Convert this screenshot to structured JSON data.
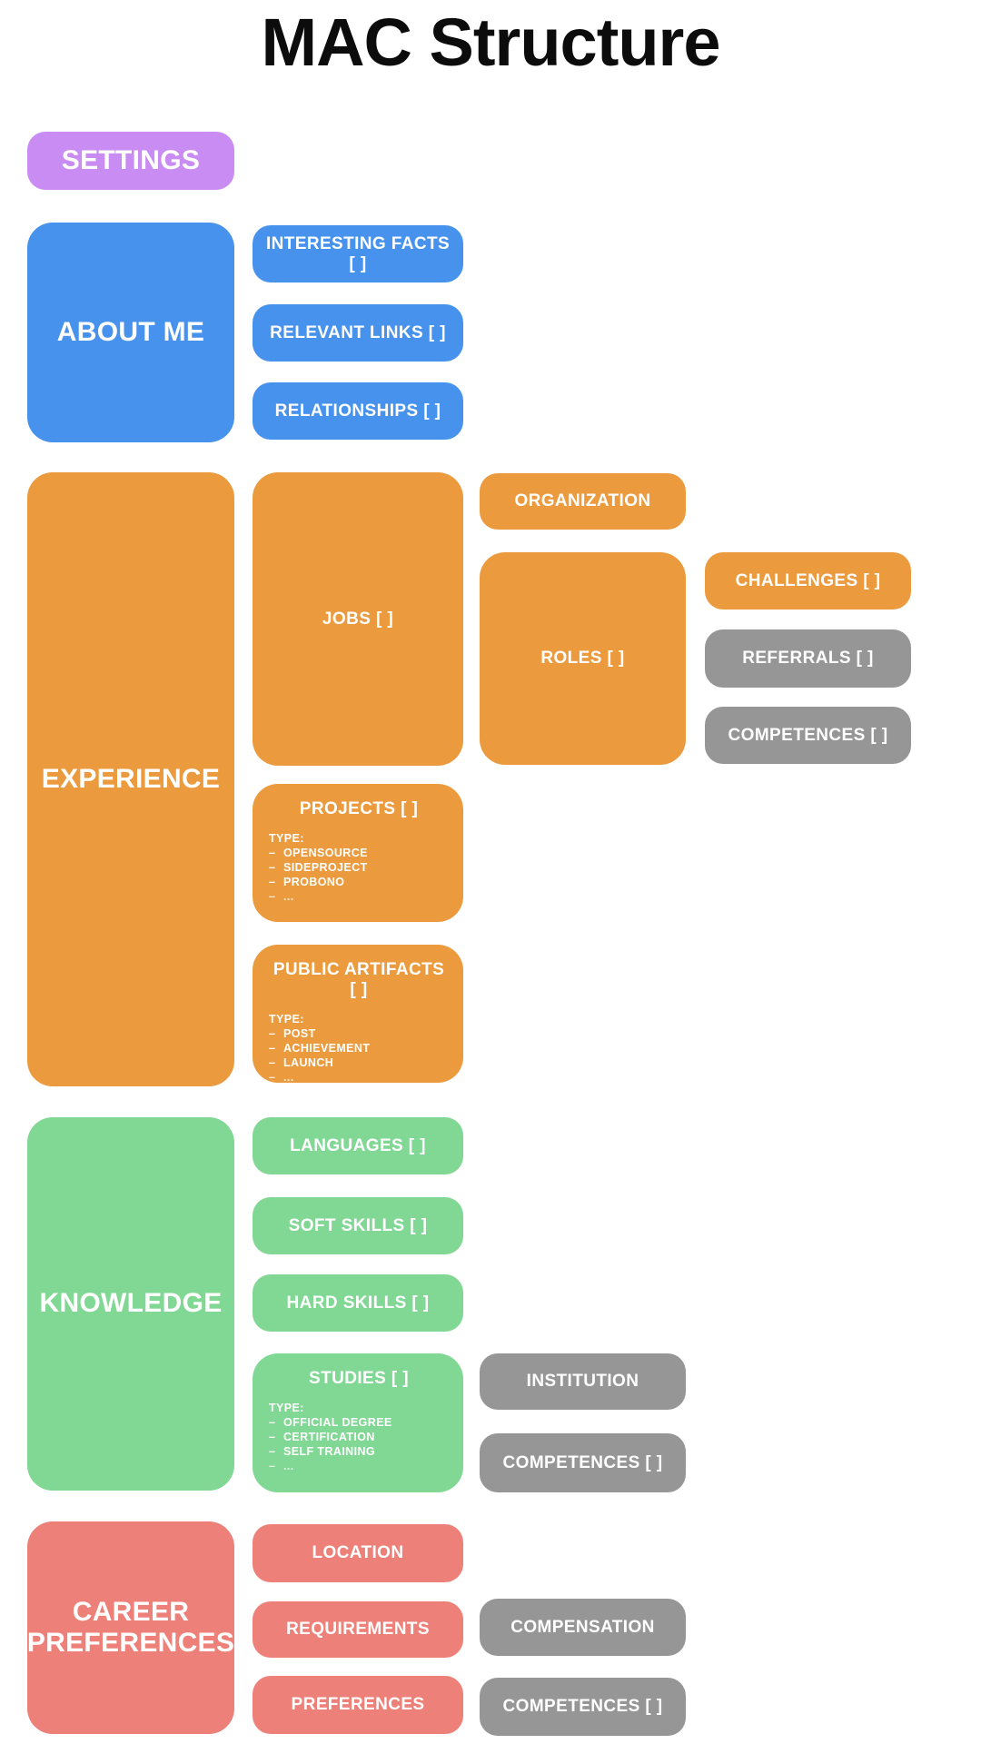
{
  "title": "MAC Structure",
  "colors": {
    "purple": "#c98cf2",
    "blue": "#4792ec",
    "orange": "#eb9b3e",
    "green": "#81d794",
    "salmon": "#ed8078",
    "gray": "#969696",
    "title_text": "#0c0c0c",
    "node_text": "#ffffff"
  },
  "dash": "–",
  "settings": {
    "label": "SETTINGS"
  },
  "about_me": {
    "label": "ABOUT ME",
    "interesting_facts": "INTERESTING FACTS [ ]",
    "relevant_links": "RELEVANT LINKS [ ]",
    "relationships": "RELATIONSHIPS [ ]"
  },
  "experience": {
    "label": "EXPERIENCE",
    "jobs": {
      "label": "JOBS [ ]",
      "organization": "ORGANIZATION",
      "roles": {
        "label": "ROLES [ ]",
        "challenges": "CHALLENGES [ ]",
        "referrals": "REFERRALS [ ]",
        "competences": "COMPETENCES [ ]"
      }
    },
    "projects": {
      "label": "PROJECTS [ ]",
      "type_heading": "TYPE:",
      "types": [
        "OPENSOURCE",
        "SIDEPROJECT",
        "PROBONO",
        "..."
      ]
    },
    "public_artifacts": {
      "label": "PUBLIC ARTIFACTS [ ]",
      "type_heading": "TYPE:",
      "types": [
        "POST",
        "ACHIEVEMENT",
        "LAUNCH",
        "..."
      ]
    }
  },
  "knowledge": {
    "label": "KNOWLEDGE",
    "languages": "LANGUAGES [ ]",
    "soft_skills": "SOFT SKILLS [ ]",
    "hard_skills": "HARD SKILLS [ ]",
    "studies": {
      "label": "STUDIES [ ]",
      "type_heading": "TYPE:",
      "types": [
        "OFFICIAL DEGREE",
        "CERTIFICATION",
        "SELF TRAINING",
        "..."
      ],
      "institution": "INSTITUTION",
      "competences": "COMPETENCES [ ]"
    }
  },
  "career_preferences": {
    "label": "CAREER PREFERENCES",
    "location": "LOCATION",
    "requirements": {
      "label": "REQUIREMENTS",
      "compensation": "COMPENSATION",
      "competences": "COMPETENCES [ ]"
    },
    "preferences": "PREFERENCES"
  }
}
